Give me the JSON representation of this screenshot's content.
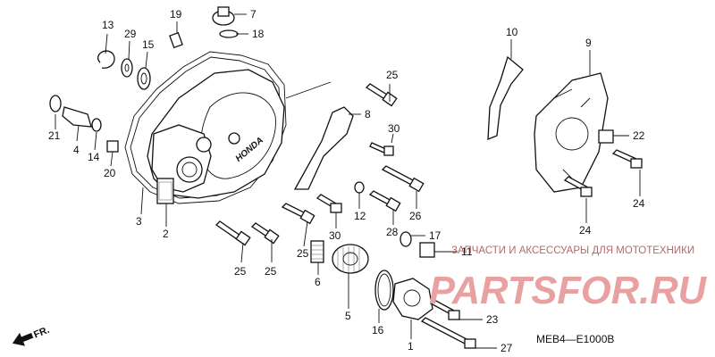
{
  "callouts": {
    "c1": "1",
    "c2": "2",
    "c3": "3",
    "c4": "4",
    "c6": "6",
    "c5": "5",
    "c7": "7",
    "c8": "8",
    "c9": "9",
    "c10": "10",
    "c11": "11",
    "c12": "12",
    "c13": "13",
    "c14": "14",
    "c15": "15",
    "c16": "16",
    "c17": "17",
    "c18": "18",
    "c19": "19",
    "c20": "20",
    "c21": "21",
    "c22": "22",
    "c23": "23",
    "c24a": "24",
    "c24b": "24",
    "c25a": "25",
    "c25b": "25",
    "c25c": "25",
    "c25d": "25",
    "c26": "26",
    "c27": "27",
    "c28": "28",
    "c29": "29",
    "c30a": "30",
    "c30b": "30"
  },
  "diagram_code": "MEB4—E1000B",
  "direction_label": "FR.",
  "watermark": {
    "caption": "ЗАПЧАСТИ И АКСЕССУАРЫ ДЛЯ МОТОТЕХНИКИ",
    "brand": "PARTSFOR.RU",
    "brand_color": "#e8a0a0"
  },
  "cover_logo": "HONDA"
}
